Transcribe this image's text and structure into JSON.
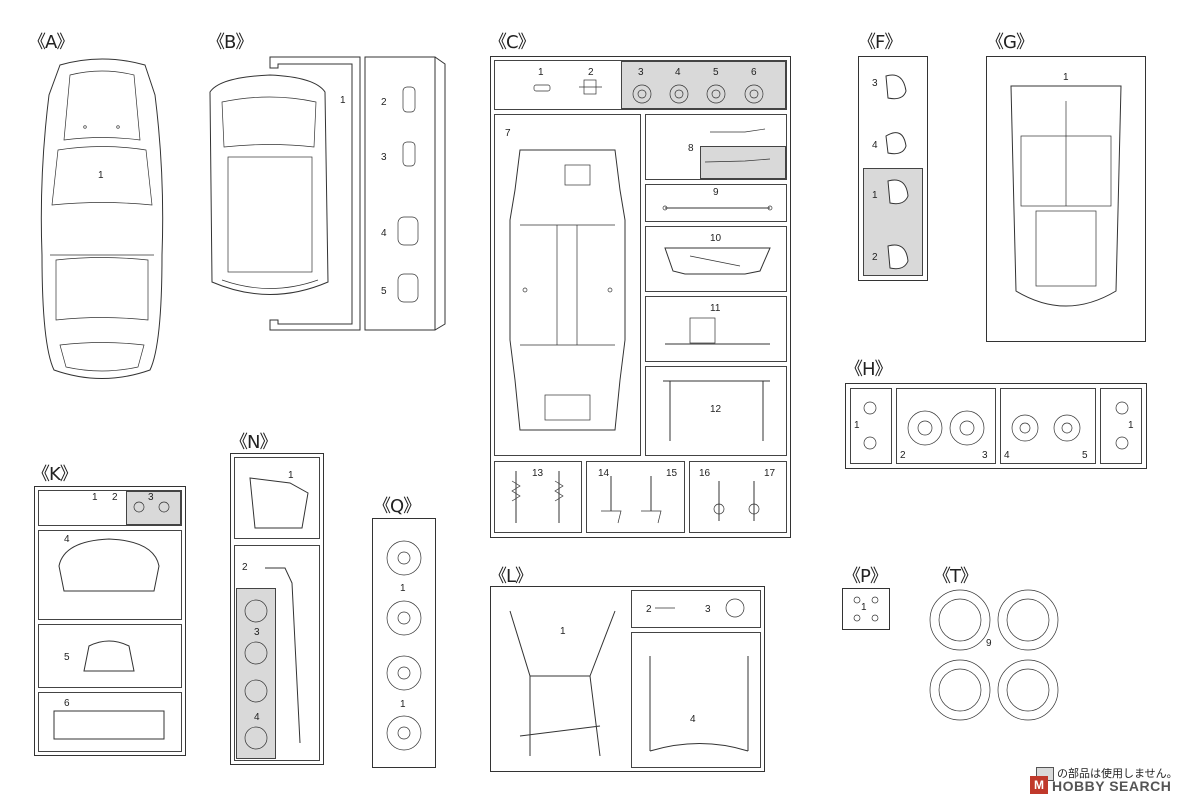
{
  "sprues": {
    "A": {
      "label": "《A》",
      "parts": [
        "1"
      ]
    },
    "B": {
      "label": "《B》",
      "parts": [
        "1",
        "2",
        "3",
        "4",
        "5"
      ]
    },
    "C": {
      "label": "《C》",
      "parts": [
        "1",
        "2",
        "3",
        "4",
        "5",
        "6",
        "7",
        "8",
        "9",
        "10",
        "11",
        "12",
        "13",
        "14",
        "15",
        "16",
        "17"
      ]
    },
    "F": {
      "label": "《F》",
      "parts": [
        "3",
        "4",
        "1",
        "2"
      ]
    },
    "G": {
      "label": "《G》",
      "parts": [
        "1"
      ]
    },
    "H": {
      "label": "《H》",
      "parts": [
        "1",
        "2",
        "3",
        "4",
        "5",
        "1"
      ]
    },
    "K": {
      "label": "《K》",
      "parts": [
        "1",
        "2",
        "3",
        "4",
        "5",
        "6"
      ]
    },
    "N": {
      "label": "《N》",
      "parts": [
        "1",
        "2",
        "3",
        "4"
      ]
    },
    "Q": {
      "label": "《Q》",
      "parts": [
        "1",
        "1"
      ]
    },
    "L": {
      "label": "《L》",
      "parts": [
        "1",
        "2",
        "3",
        "4"
      ]
    },
    "P": {
      "label": "《P》",
      "parts": [
        "1"
      ]
    },
    "T": {
      "label": "《T》",
      "parts": [
        "9"
      ]
    }
  },
  "footer": {
    "unused_note": "の部品は使用しません。"
  },
  "watermark": {
    "brand": "HOBBY SEARCH",
    "logo_letter": "M"
  },
  "colors": {
    "unused_fill": "#d9d9d9",
    "line": "#333333"
  }
}
